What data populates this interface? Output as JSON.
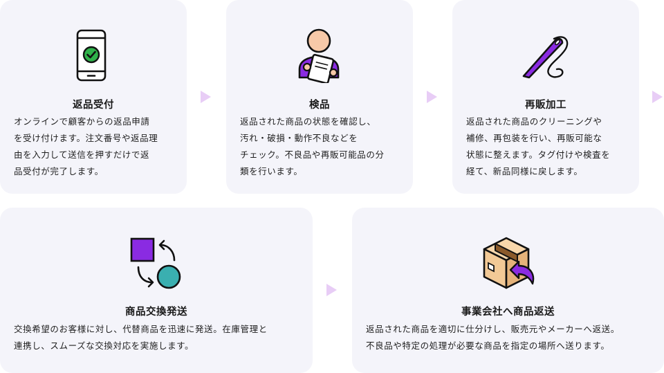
{
  "accent_colors": {
    "card_bg": "#f4f4fa",
    "purple": "#8a2be2",
    "teal": "#3aafb0",
    "arrow": "#e8cdf6",
    "check_green": "#2fb24a",
    "skin": "#f7c9a8",
    "box_tan": "#f2c996"
  },
  "steps": [
    {
      "icon": "smartphone-check-icon",
      "title": "返品受付",
      "lines": [
        "オンラインで顧客からの返品申請",
        "を受け付けます。注文番号や返品理",
        "由を入力して送信を押すだけで返",
        "品受付が完了します。"
      ]
    },
    {
      "icon": "inspector-clipboard-icon",
      "title": "検品",
      "lines": [
        "返品された商品の状態を確認し、",
        "汚れ・破損・動作不良などを",
        "チェック。不良品や再販可能品の分",
        "類を行います。"
      ]
    },
    {
      "icon": "needle-thread-icon",
      "title": "再販加工",
      "lines": [
        "返品された商品のクリーニングや",
        "補修、再包装を行い、再販可能な",
        "状態に整えます。タグ付けや検査を",
        "経て、新品同様に戻します。"
      ]
    },
    {
      "icon": "exchange-shapes-icon",
      "title": "商品交換発送",
      "lines": [
        "交換希望のお客様に対し、代替商品を迅速に発送。在庫管理と",
        "連携し、スムーズな交換対応を実施します。"
      ]
    },
    {
      "icon": "box-return-icon",
      "title": "事業会社へ商品返送",
      "lines": [
        "返品された商品を適切に仕分けし、販売元やメーカーへ返送。",
        "不良品や特定の処理が必要な商品を指定の場所へ送ります。"
      ]
    }
  ]
}
